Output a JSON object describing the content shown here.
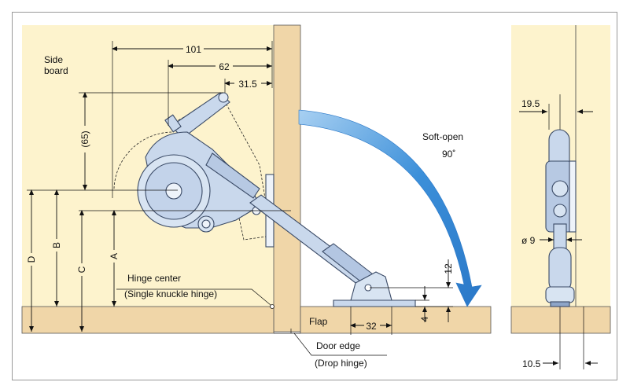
{
  "labels": {
    "side_board": [
      "Side",
      "board"
    ],
    "soft_open": "Soft-open",
    "angle": "90˚",
    "hinge_center": "Hinge center",
    "single_knuckle": "(Single knuckle hinge)",
    "flap": "Flap",
    "door_edge": "Door edge",
    "drop_hinge": "(Drop hinge)"
  },
  "dimensions": {
    "d101": "101",
    "d62": "62",
    "d31_5": "31.5",
    "d65": "(65)",
    "dA": "A",
    "dB": "B",
    "dC": "C",
    "dD": "D",
    "d32": "32",
    "d12": "12",
    "d4": "4",
    "d19_5": "19.5",
    "d9": "ø 9",
    "d10_5": "10.5"
  },
  "colors": {
    "board": "#fdf3cd",
    "wood": "#f0d6a8",
    "metal": "#c9d8ec",
    "metal_dark": "#8ea5c8",
    "arrow": "#3b8fd9",
    "frame": "#888888"
  }
}
